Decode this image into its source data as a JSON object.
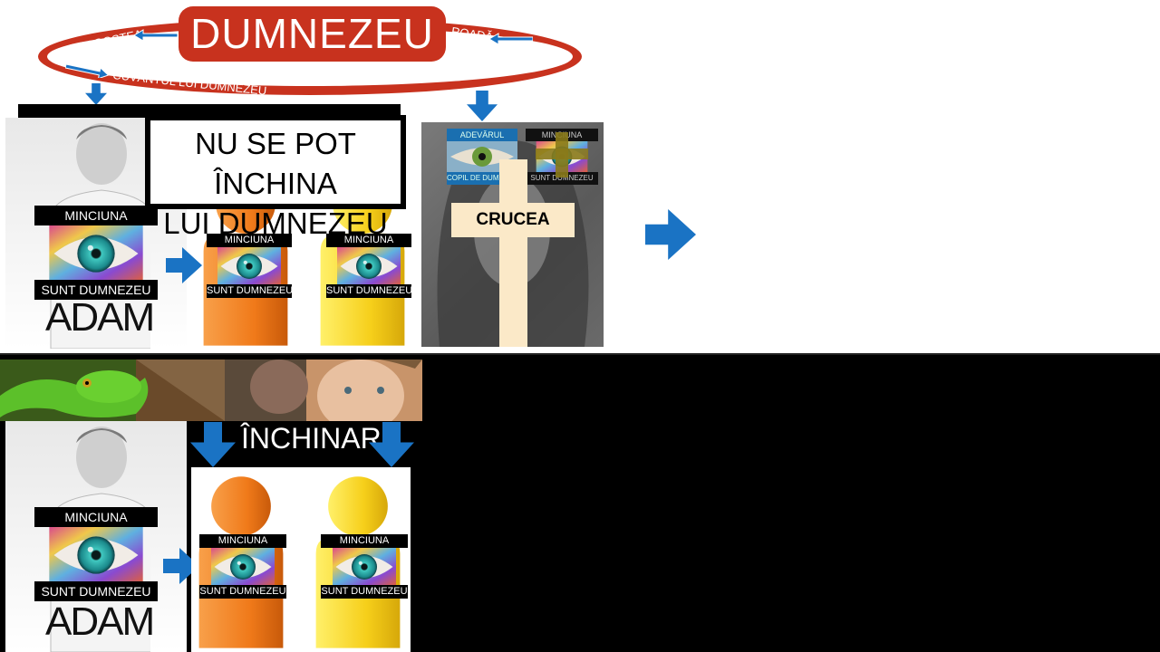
{
  "top": {
    "god_label": "DUMNEZEU",
    "love_label": "DRAGOSTEA",
    "fruit_label": "ROADĂ",
    "word_label": "CUVÂNTUL LUI DUMNEZEU",
    "cannot_worship_line1": "NU SE POT ÎNCHINA",
    "cannot_worship_line2": "LUI DUMNEZEU",
    "adam_lie": "MINCIUNA",
    "adam_iamgod": "SUNT DUMNEZEU",
    "adam_name": "ADAM",
    "orange_lie": "MINCIUNA",
    "orange_iamgod": "SUNT DUMNEZEU",
    "yellow_lie": "MINCIUNA",
    "yellow_iamgod": "SUNT DUMNEZEU",
    "jesus_truth": "ADEVĂRUL",
    "jesus_child": "COPIL DE DUMNEZEU",
    "jesus_lie": "MINCIUNA",
    "jesus_iamgod": "SUNT DUMNEZEU",
    "cross_label": "CRUCEA"
  },
  "bottom": {
    "worship_label": "ÎNCHINARE",
    "adam_lie": "MINCIUNA",
    "adam_iamgod": "SUNT DUMNEZEU",
    "adam_name": "ADAM",
    "orange_lie": "MINCIUNA",
    "orange_iamgod": "SUNT DUMNEZEU",
    "yellow_lie": "MINCIUNA",
    "yellow_iamgod": "SUNT DUMNEZEU"
  },
  "colors": {
    "red": "#c8321e",
    "blue_arrow": "#1a73c4",
    "orange": "#f07a1a",
    "yellow": "#f6cf1a",
    "cross": "#fbe9c8"
  },
  "icons": [
    "arrow-down-icon",
    "arrow-right-icon",
    "eye-icon",
    "cross-icon",
    "person-icon"
  ]
}
